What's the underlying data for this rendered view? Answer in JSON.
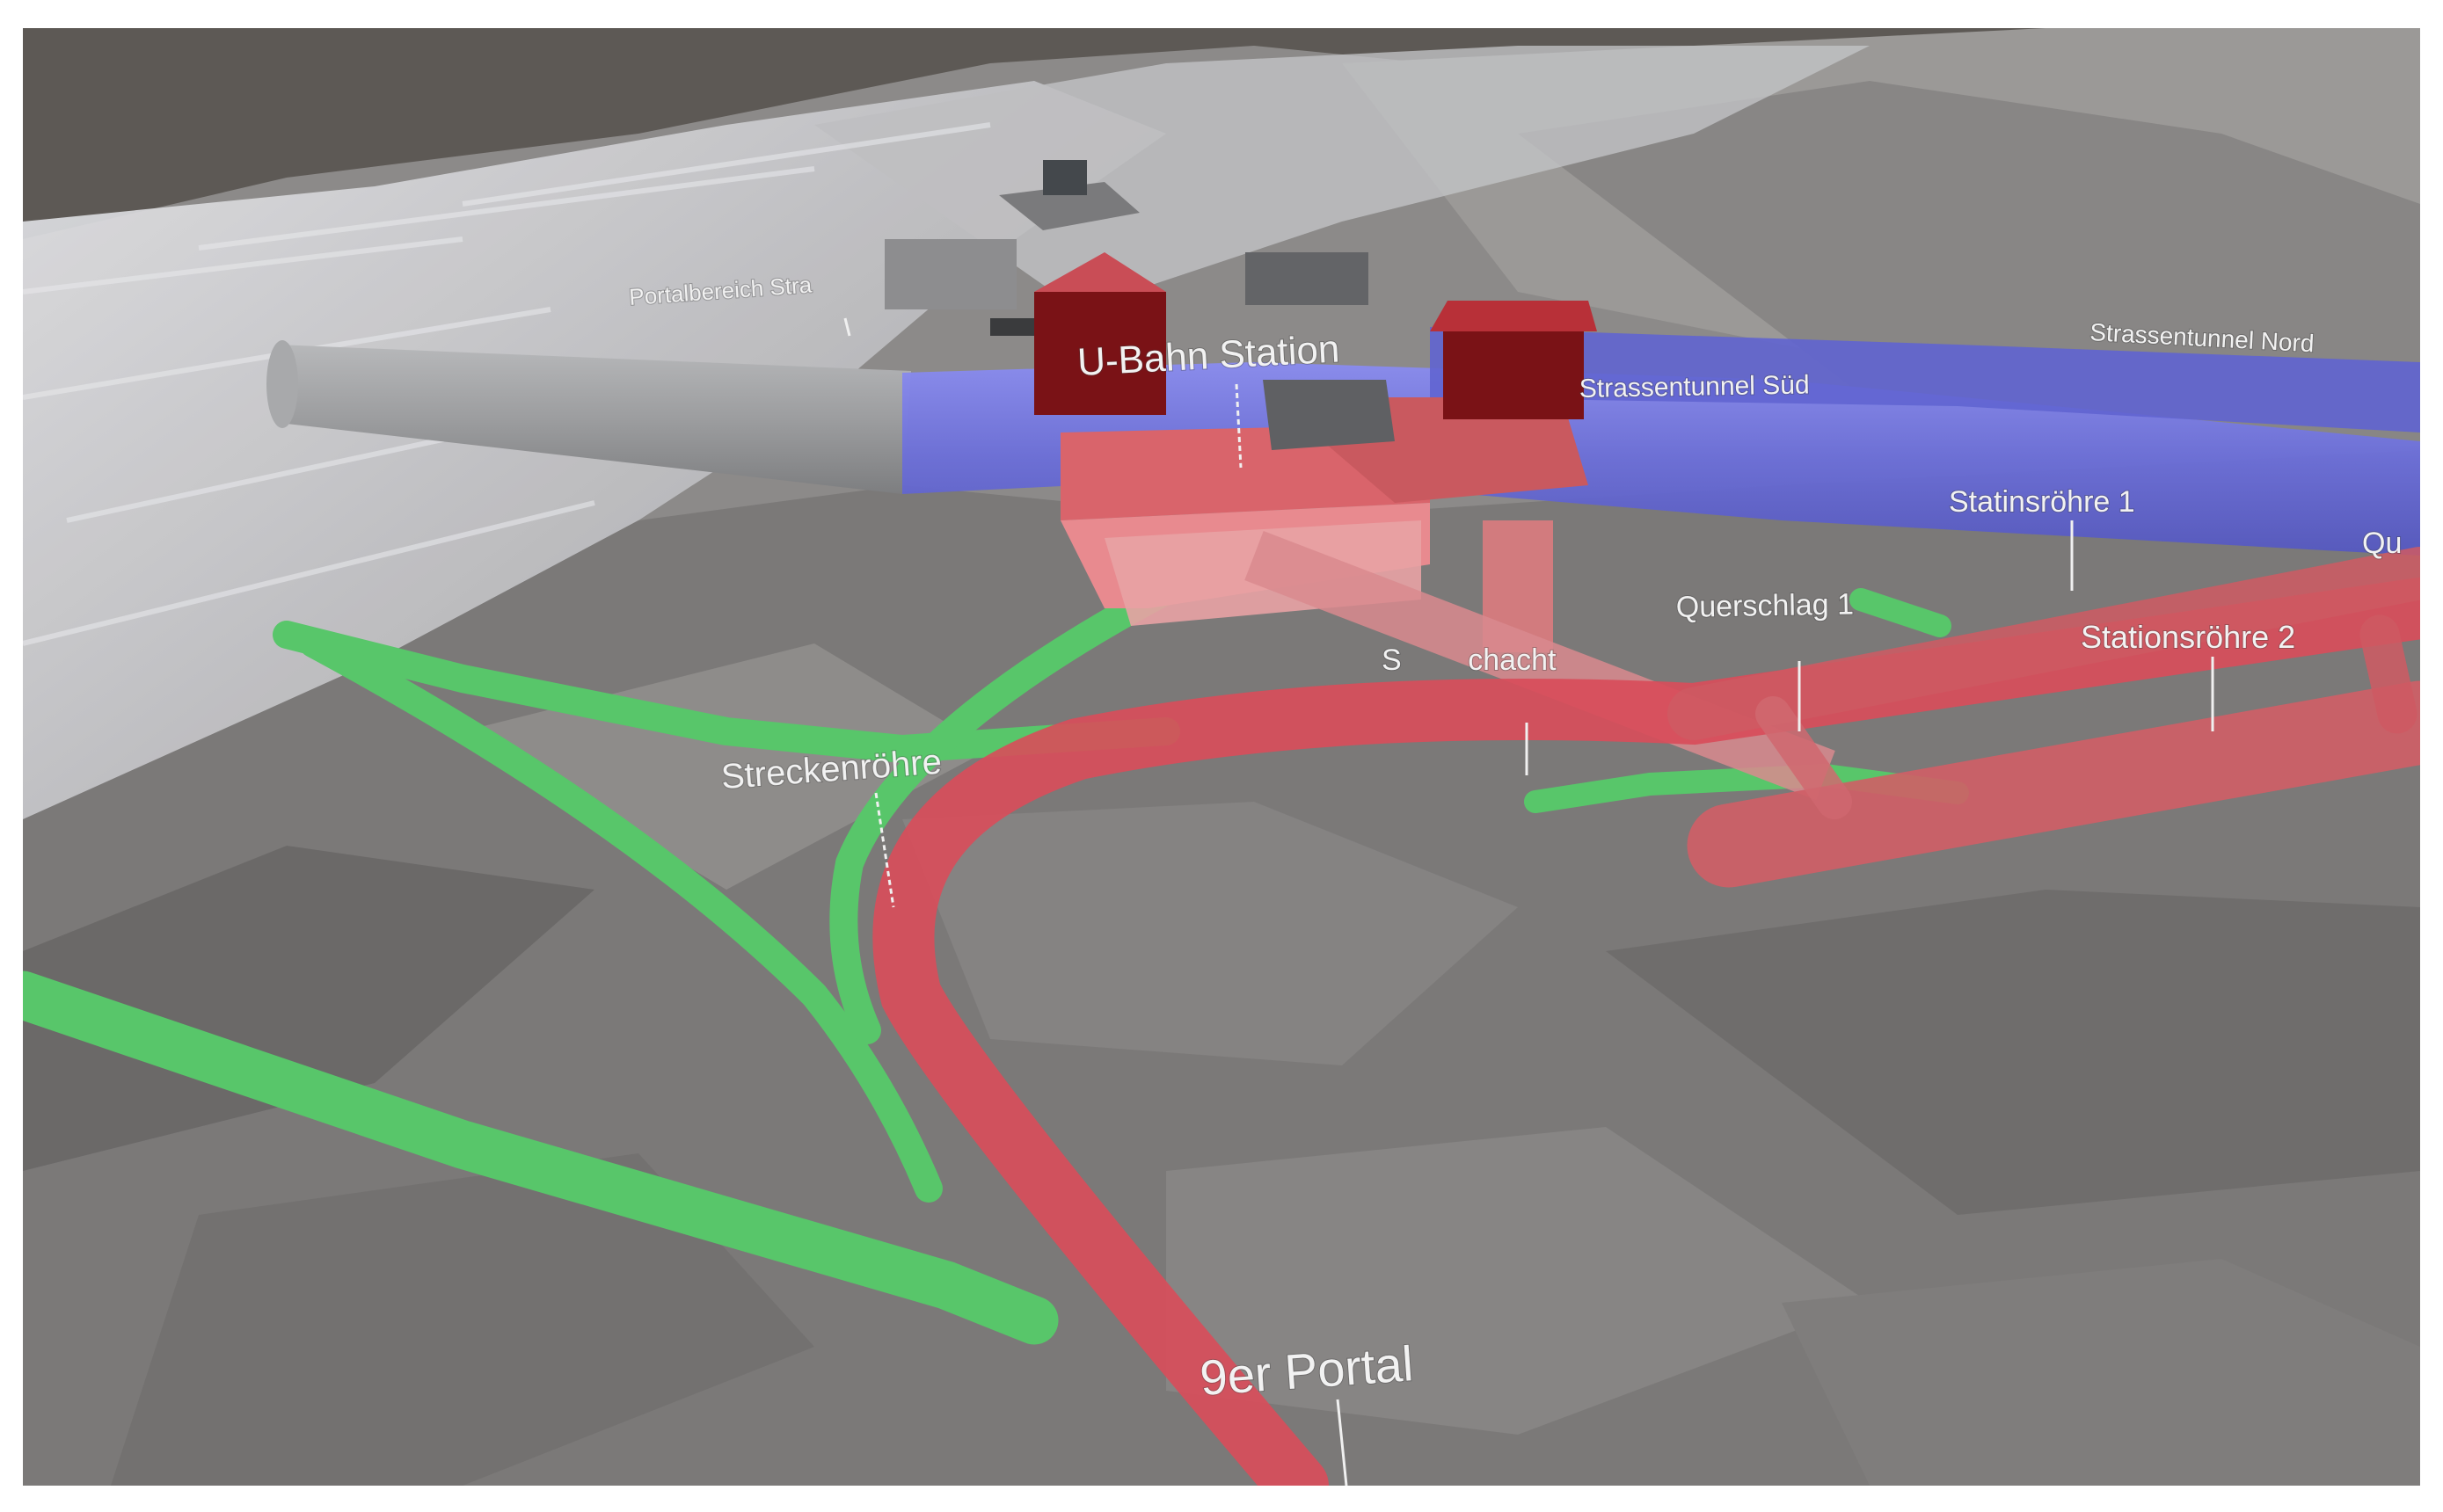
{
  "labels": {
    "portalbereich": "Portalbereich Stra",
    "ubahn_station": "U-Bahn Station",
    "strassentunnel_sued": "Strassentunnel Süd",
    "strassentunnel_nord": "Strassentunnel Nord",
    "statinsroehre_1": "Statinsröhre 1",
    "qu": "Qu",
    "querschlag_1": "Querschlag 1",
    "stationsroehre_2": "Stationsröhre 2",
    "schacht": "S        chacht",
    "streckenroehre": "Streckenröhre",
    "portal_9er": "9er Portal"
  },
  "colors": {
    "terrain": "#7b7978",
    "terrain_light": "#a7a5a3",
    "sky": "#5f5a56",
    "snow": "#d8d9dc",
    "road_tunnel": "#6f72d8",
    "grey_tunnel": "#9a9b9d",
    "station": "#d9646b",
    "station_dark": "#7a1216",
    "rail_green": "#58c66a",
    "red_tube": "#d94d5a"
  }
}
